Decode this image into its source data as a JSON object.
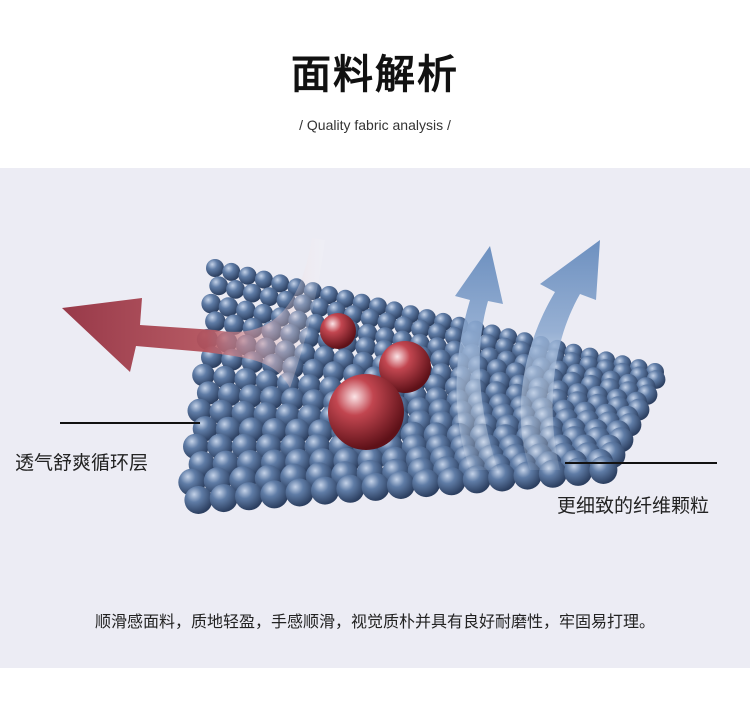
{
  "header": {
    "title": "面料解析",
    "subtitle": "/ Quality fabric analysis /"
  },
  "labels": {
    "left": "透气舒爽循环层",
    "right": "更细致的纤维颗粒"
  },
  "caption": "顺滑感面料，质地轻盈，手感顺滑，视觉质朴并具有良好耐磨性，牢固易打理。",
  "colors": {
    "panel_bg": "#ececf4",
    "sphere_blue": "#4a6690",
    "sphere_red": "#b8343c",
    "arrow_red": "#a83a44",
    "arrow_blue": "#6b8fc0"
  },
  "icons": [
    "red-arrow-icon",
    "blue-arrow-icon",
    "fabric-sphere-layer-icon",
    "red-particle-icon"
  ]
}
